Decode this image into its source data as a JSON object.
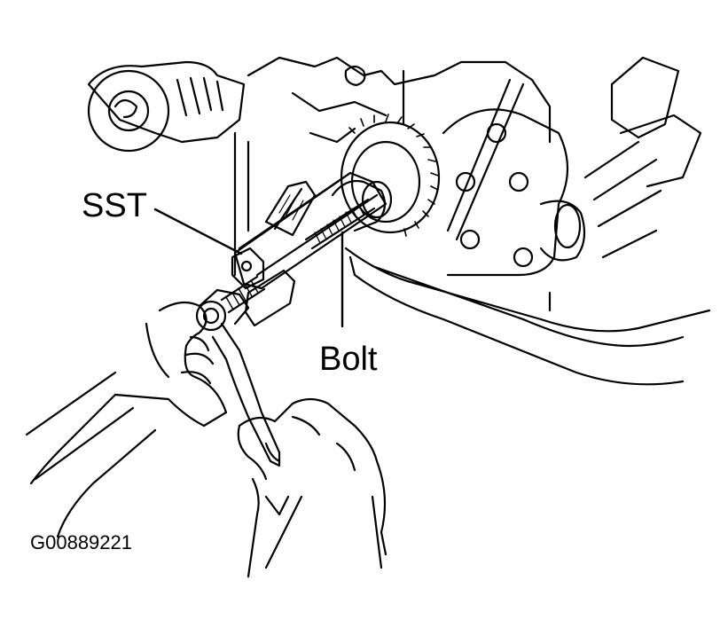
{
  "labels": {
    "sst": "SST",
    "bolt": "Bolt"
  },
  "figure_id": "G00889221",
  "colors": {
    "ink": "#000000",
    "paper": "#ffffff"
  }
}
